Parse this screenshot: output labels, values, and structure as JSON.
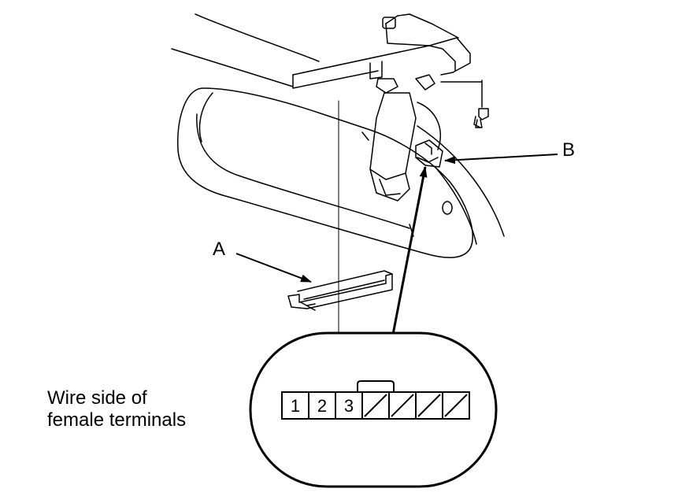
{
  "callouts": {
    "a": "A",
    "b": "B"
  },
  "caption": {
    "line1": "Wire side of",
    "line2": "female terminals"
  },
  "connector": {
    "terminals": [
      {
        "label": "1",
        "empty": false
      },
      {
        "label": "2",
        "empty": false
      },
      {
        "label": "3",
        "empty": false
      },
      {
        "label": "",
        "empty": true
      },
      {
        "label": "",
        "empty": true
      },
      {
        "label": "",
        "empty": true
      },
      {
        "label": "",
        "empty": true
      }
    ]
  },
  "colors": {
    "line": "#000000",
    "background": "#ffffff"
  }
}
